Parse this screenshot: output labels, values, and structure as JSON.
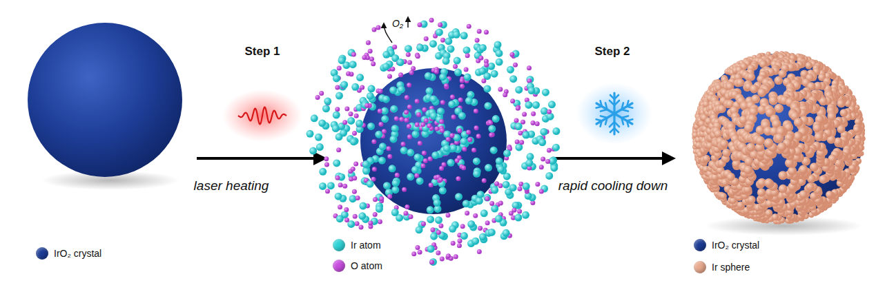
{
  "diagram": {
    "labels": [
      "Step 1",
      "laser heating",
      "Step 2",
      "rapid cooling down",
      "O₂"
    ],
    "legend": [
      {
        "text": "IrO₂ crystal",
        "color": "#1c3c95"
      },
      {
        "text": "Ir atom",
        "color": "#2ed3d6"
      },
      {
        "text": "O atom",
        "color": "#c84ee0"
      },
      {
        "text": "IrO₂ crystal",
        "color": "#1c3c95"
      },
      {
        "text": "Ir sphere",
        "color": "#e8a98e"
      }
    ]
  }
}
